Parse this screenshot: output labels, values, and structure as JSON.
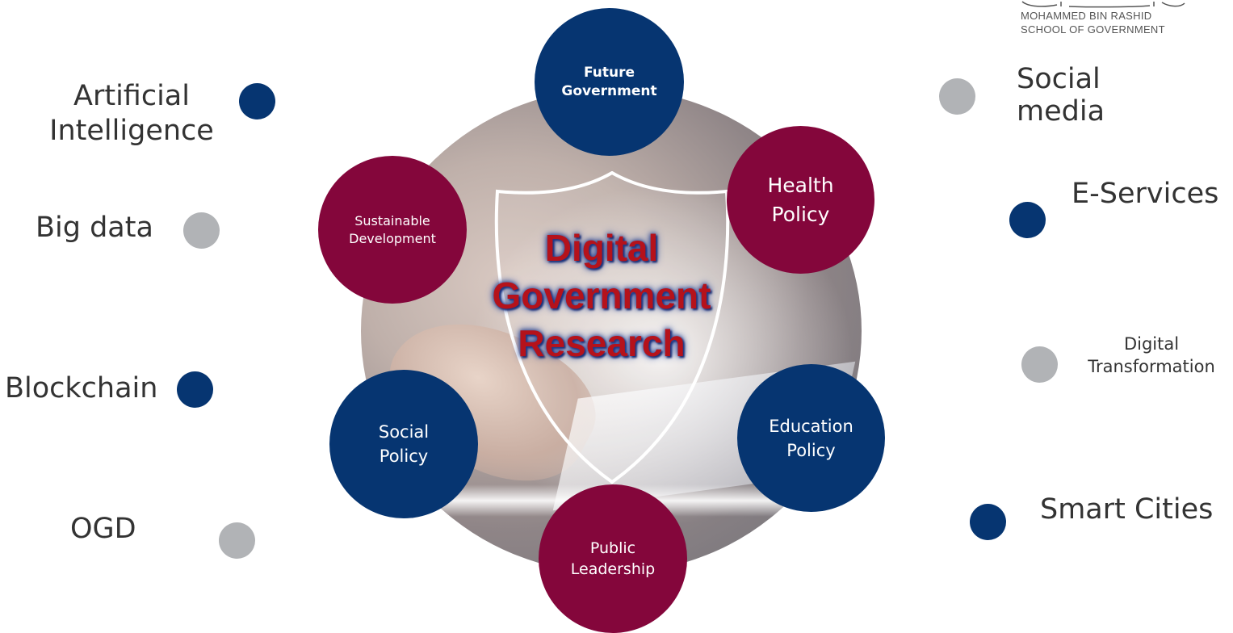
{
  "logo": {
    "line1": "MOHAMMED BIN RASHID",
    "line2": "SCHOOL OF GOVERNMENT"
  },
  "center": {
    "title_line1": "Digital",
    "title_line2": "Government",
    "title_line3": "Research"
  },
  "focus_areas": {
    "future_government": [
      "Future",
      "Government"
    ],
    "health_policy": [
      "Health",
      "Policy"
    ],
    "education_policy": [
      "Education",
      "Policy"
    ],
    "public_leadership": [
      "Public",
      "Leadership"
    ],
    "social_policy": [
      "Social",
      "Policy"
    ],
    "sustainable_development": [
      "Sustainable",
      "Development"
    ]
  },
  "topics_left": [
    {
      "label_lines": [
        "Artificial",
        "Intelligence"
      ],
      "dot_color": "navy"
    },
    {
      "label_lines": [
        "Big data"
      ],
      "dot_color": "gray"
    },
    {
      "label_lines": [
        "Blockchain"
      ],
      "dot_color": "navy"
    },
    {
      "label_lines": [
        "OGD"
      ],
      "dot_color": "gray"
    }
  ],
  "topics_right": [
    {
      "label_lines": [
        "Social",
        "media"
      ],
      "dot_color": "gray"
    },
    {
      "label_lines": [
        "E-Services"
      ],
      "dot_color": "navy"
    },
    {
      "label_lines": [
        "Digital",
        "Transformation"
      ],
      "dot_color": "gray"
    },
    {
      "label_lines": [
        "Smart Cities"
      ],
      "dot_color": "navy"
    }
  ],
  "colors": {
    "navy": "#063571",
    "maroon": "#84063b",
    "gray": "#b1b3b6",
    "title_red": "#b5121b"
  }
}
